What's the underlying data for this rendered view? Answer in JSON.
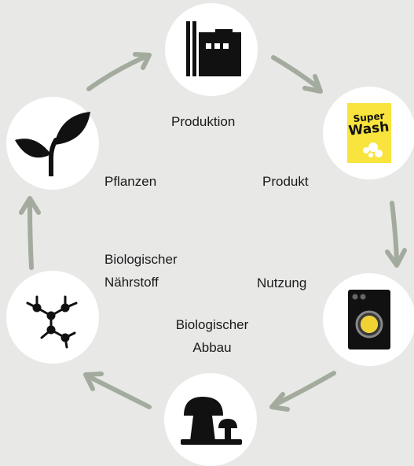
{
  "nodes": {
    "production": {
      "label": "Produktion",
      "icon": "factory-icon"
    },
    "product": {
      "label": "Produkt",
      "icon": "detergent-box-icon",
      "box_text_1": "Super",
      "box_text_2": "Wash"
    },
    "usage": {
      "label": "Nutzung",
      "icon": "washing-machine-icon"
    },
    "degradation": {
      "label_line1": "Biologischer",
      "label_line2": "Abbau",
      "icon": "mushroom-icon"
    },
    "nutrient": {
      "label_line1": "Biologischer",
      "label_line2": "Nährstoff",
      "icon": "molecule-icon"
    },
    "plants": {
      "label": "Pflanzen",
      "icon": "plant-icon"
    }
  },
  "colors": {
    "background": "#e8e8e7",
    "node_fill": "#ffffff",
    "arrow": "#a3ab9e",
    "icon": "#111111",
    "box_yellow": "#f8e43c",
    "machine_yellow": "#f1d233"
  }
}
